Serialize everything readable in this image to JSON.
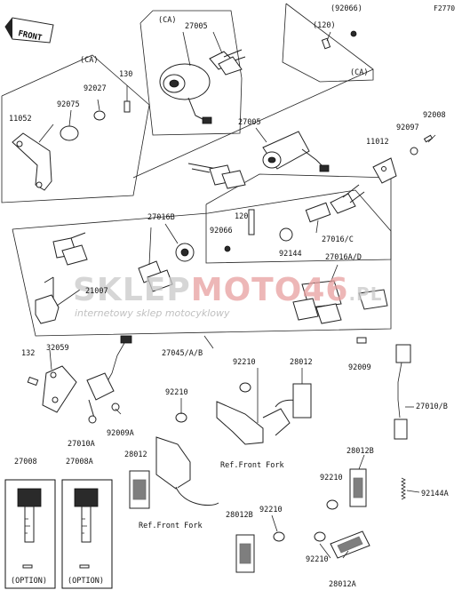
{
  "figure_code": "F2770",
  "front_label": "FRONT",
  "part_labels": [
    {
      "id": "p-92066-top",
      "text": "(92066)"
    },
    {
      "id": "p-120-top",
      "text": "(120)"
    },
    {
      "id": "p-ca-tr",
      "text": "(CA)"
    },
    {
      "id": "p-ca-tl",
      "text": "(CA)"
    },
    {
      "id": "p-ca-left",
      "text": "(CA)"
    },
    {
      "id": "p-27005-top",
      "text": "27005"
    },
    {
      "id": "p-130",
      "text": "130"
    },
    {
      "id": "p-92027",
      "text": "92027"
    },
    {
      "id": "p-92075",
      "text": "92075"
    },
    {
      "id": "p-11052",
      "text": "11052"
    },
    {
      "id": "p-27005-mid",
      "text": "27005"
    },
    {
      "id": "p-92097",
      "text": "92097"
    },
    {
      "id": "p-92008",
      "text": "92008"
    },
    {
      "id": "p-11012",
      "text": "11012"
    },
    {
      "id": "p-27016b",
      "text": "27016B"
    },
    {
      "id": "p-120-mid",
      "text": "120"
    },
    {
      "id": "p-92066-mid",
      "text": "92066"
    },
    {
      "id": "p-92144",
      "text": "92144"
    },
    {
      "id": "p-27016c",
      "text": "27016/C"
    },
    {
      "id": "p-27016ad",
      "text": "27016A/D"
    },
    {
      "id": "p-21007",
      "text": "21007"
    },
    {
      "id": "p-27045",
      "text": "27045/A/B"
    },
    {
      "id": "p-132",
      "text": "132"
    },
    {
      "id": "p-32059",
      "text": "32059"
    },
    {
      "id": "p-92009a",
      "text": "92009A"
    },
    {
      "id": "p-27010a",
      "text": "27010A"
    },
    {
      "id": "p-92210-a",
      "text": "92210"
    },
    {
      "id": "p-28012-a",
      "text": "28012"
    },
    {
      "id": "p-92210-b",
      "text": "92210"
    },
    {
      "id": "p-92009",
      "text": "92009"
    },
    {
      "id": "p-27010b",
      "text": "27010/B"
    },
    {
      "id": "p-28012-b",
      "text": "28012"
    },
    {
      "id": "p-28012b-r",
      "text": "28012B"
    },
    {
      "id": "p-92210-c",
      "text": "92210"
    },
    {
      "id": "p-92144a",
      "text": "92144A"
    },
    {
      "id": "p-28012b-c",
      "text": "28012B"
    },
    {
      "id": "p-92210-d",
      "text": "92210"
    },
    {
      "id": "p-92210-e",
      "text": "92210"
    },
    {
      "id": "p-28012a",
      "text": "28012A"
    },
    {
      "id": "p-27008",
      "text": "27008"
    },
    {
      "id": "p-27008a",
      "text": "27008A"
    }
  ],
  "references": {
    "ref_front_fork_right": "Ref.Front Fork",
    "ref_front_fork_left": "Ref.Front Fork"
  },
  "option_boxes": [
    {
      "label": "(OPTION)"
    },
    {
      "label": "(OPTION)"
    }
  ],
  "watermark": {
    "main_grey": "SKLEP",
    "main_red": "MOTO46",
    "tld": ".PL",
    "tagline": "internetowy sklep motocyklowy"
  }
}
